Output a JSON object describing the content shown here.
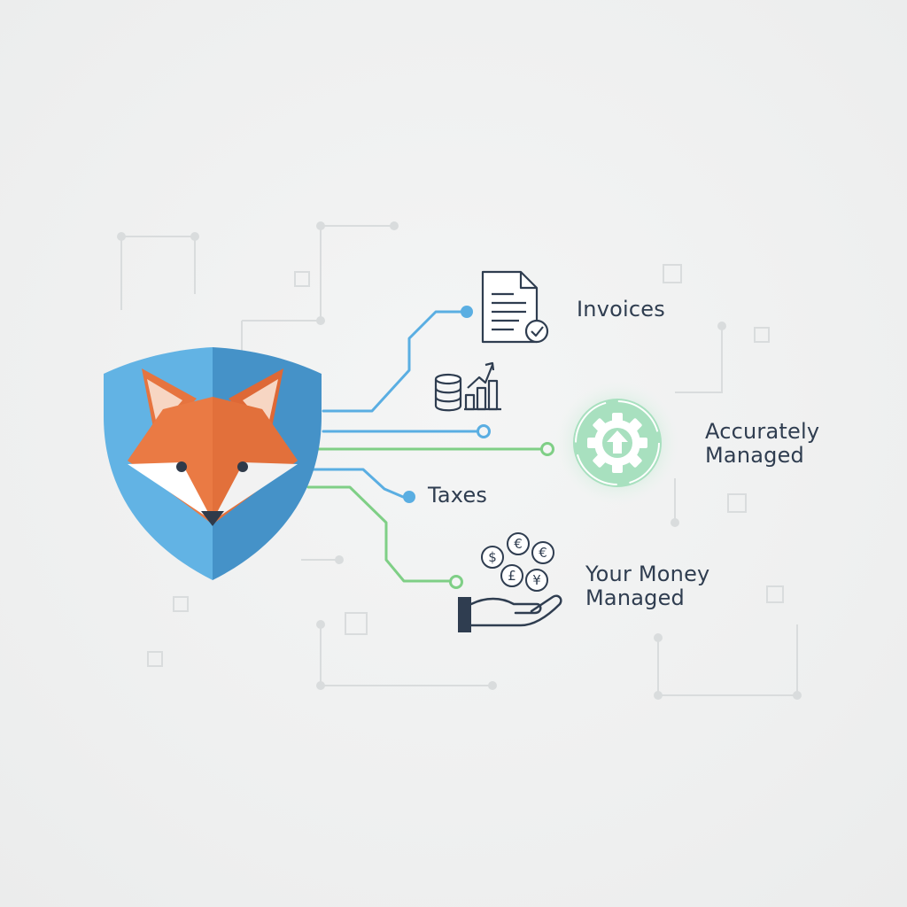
{
  "labels": {
    "invoices": "Invoices",
    "accurately_managed": [
      "Accurately",
      "Managed"
    ],
    "taxes": "Taxes",
    "your_money_managed": [
      "Your Money",
      "Managed"
    ]
  },
  "currency_symbols": [
    "$",
    "€",
    "£",
    "¥"
  ],
  "icons": {
    "shield": "fox-shield-icon",
    "invoice": "invoice-document-icon",
    "coins_chart": "coins-growth-chart-icon",
    "gear": "gear-upload-icon",
    "hand": "hand-holding-money-icon"
  },
  "colors": {
    "background": "#f0f1f1",
    "shield_light": "#62b3e4",
    "shield_dark": "#4592c8",
    "fox": "#e6743f",
    "blue_line": "#5aaee2",
    "green_line": "#7fcf86",
    "gear_green": "#7ccf9a",
    "ink": "#2f3d50",
    "circuit": "#d9dcdd"
  }
}
